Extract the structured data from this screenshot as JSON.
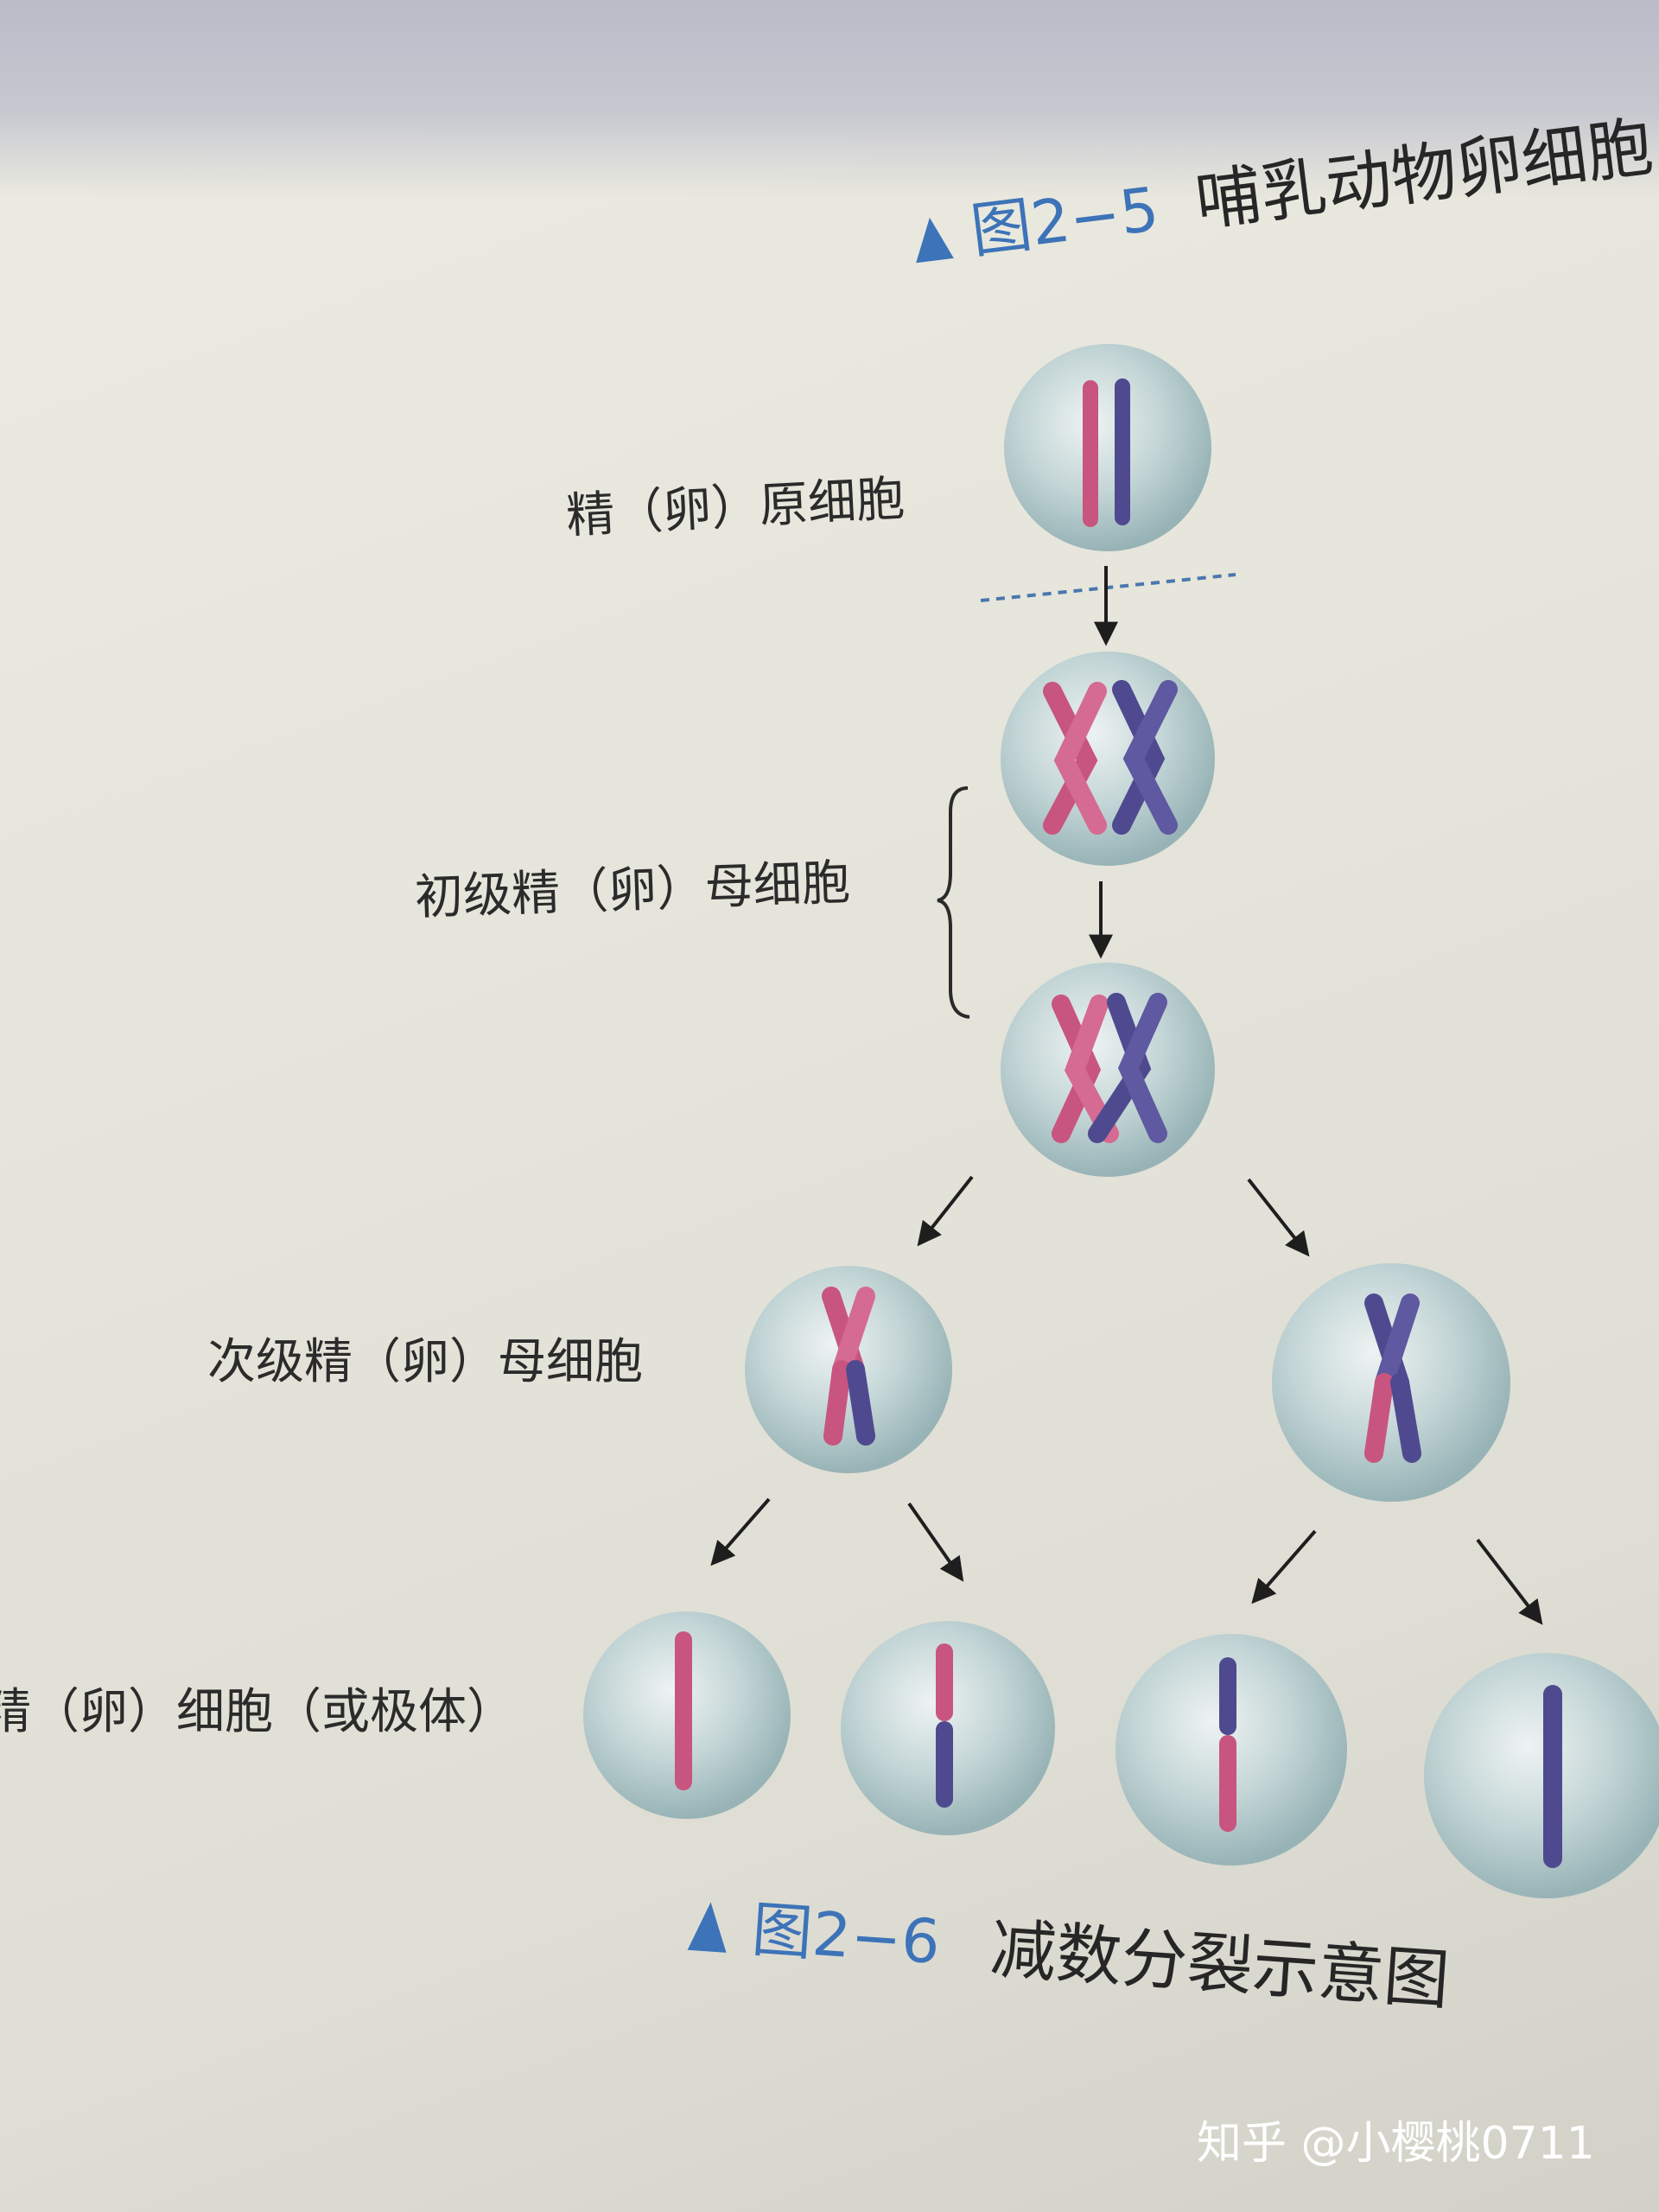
{
  "top_caption": {
    "figure_number": "图2−5",
    "title": "哺乳动物卵细胞"
  },
  "stages": {
    "spermatogonium": "精（卵）原细胞",
    "primary": "初级精（卵）母细胞",
    "secondary": "次级精（卵）母细胞",
    "gametes": "精（卵）细胞（或极体）"
  },
  "bottom_caption": {
    "figure_number": "图2−6",
    "title": "减数分裂示意图"
  },
  "watermark": "知乎 @小樱桃0711",
  "colors": {
    "maternal": "#c8557f",
    "paternal": "#4f4a8f",
    "caption_blue": "#3d73b8",
    "cell_fill": "#b6ccce"
  }
}
